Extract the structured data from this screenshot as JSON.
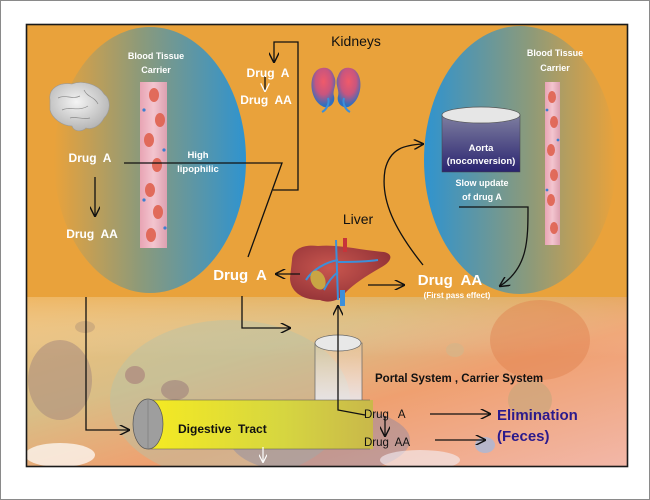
{
  "diagram": {
    "title_kidneys": "Kidneys",
    "title_liver": "Liver",
    "colors": {
      "panel_orange": "#E9A23B",
      "circle_blue": "#2F93CF",
      "aorta_dark": "#2E2A78",
      "digestive_yellow": "#F2E52A",
      "elimination_text": "#2B1A8C"
    },
    "left_compartment": {
      "carrier_label_line1": "Blood Tissue",
      "carrier_label_line2": "Carrier",
      "organ_icon": "brain-icon",
      "drug_a": "Drug  A",
      "drug_aa": "Drug  AA",
      "lipophilic_line1": "High",
      "lipophilic_line2": "lipophilic"
    },
    "kidney_branch": {
      "drug_a": "Drug  A",
      "drug_aa": "Drug  AA",
      "organ_icon": "kidneys-icon"
    },
    "right_compartment": {
      "carrier_label_line1": "Blood Tissue",
      "carrier_label_line2": "Carrier",
      "aorta_line1": "Aorta",
      "aorta_line2": "(noconversion)",
      "slow_line1": "Slow update",
      "slow_line2": "of drug A"
    },
    "liver_branch": {
      "drug_a": "Drug  A",
      "drug_aa": "Drug  AA",
      "first_pass": "(First pass effect)",
      "organ_icon": "liver-icon"
    },
    "portal": {
      "label": "Portal System , Carrier System",
      "drug_a": "Drug   A",
      "drug_aa": "Drug  AA"
    },
    "digestive": {
      "label": "Digestive  Tract"
    },
    "elimination": {
      "line1": "Elimination",
      "line2": "(Feces)"
    }
  }
}
